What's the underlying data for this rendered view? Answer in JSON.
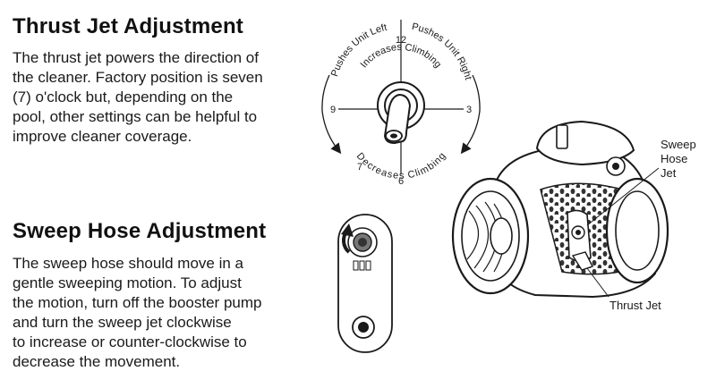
{
  "thrust_section": {
    "title": "Thrust Jet Adjustment",
    "lines": [
      "The thrust jet powers the direction of",
      "the cleaner. Factory position is seven",
      "(7) o'clock but, depending on the",
      "pool, other settings can be helpful to",
      "improve cleaner coverage."
    ]
  },
  "sweep_section": {
    "title": "Sweep Hose Adjustment",
    "lines": [
      "The sweep hose should move in a",
      "gentle sweeping motion. To adjust",
      "the motion, turn off the booster pump",
      "and turn the sweep jet clockwise",
      "to increase or counter-clockwise to",
      "decrease the movement."
    ]
  },
  "dial": {
    "n12": "12",
    "n3": "3",
    "n6": "6",
    "n9": "9",
    "n7": "7",
    "pushes_left": "Pushes Unit Left",
    "pushes_right": "Pushes Unit Right",
    "increases": "Increases Climbing",
    "decreases": "Decreases Climbing"
  },
  "cleaner": {
    "sweep_label": [
      "Sweep",
      "Hose",
      "Jet"
    ],
    "thrust_label": "Thrust Jet"
  }
}
